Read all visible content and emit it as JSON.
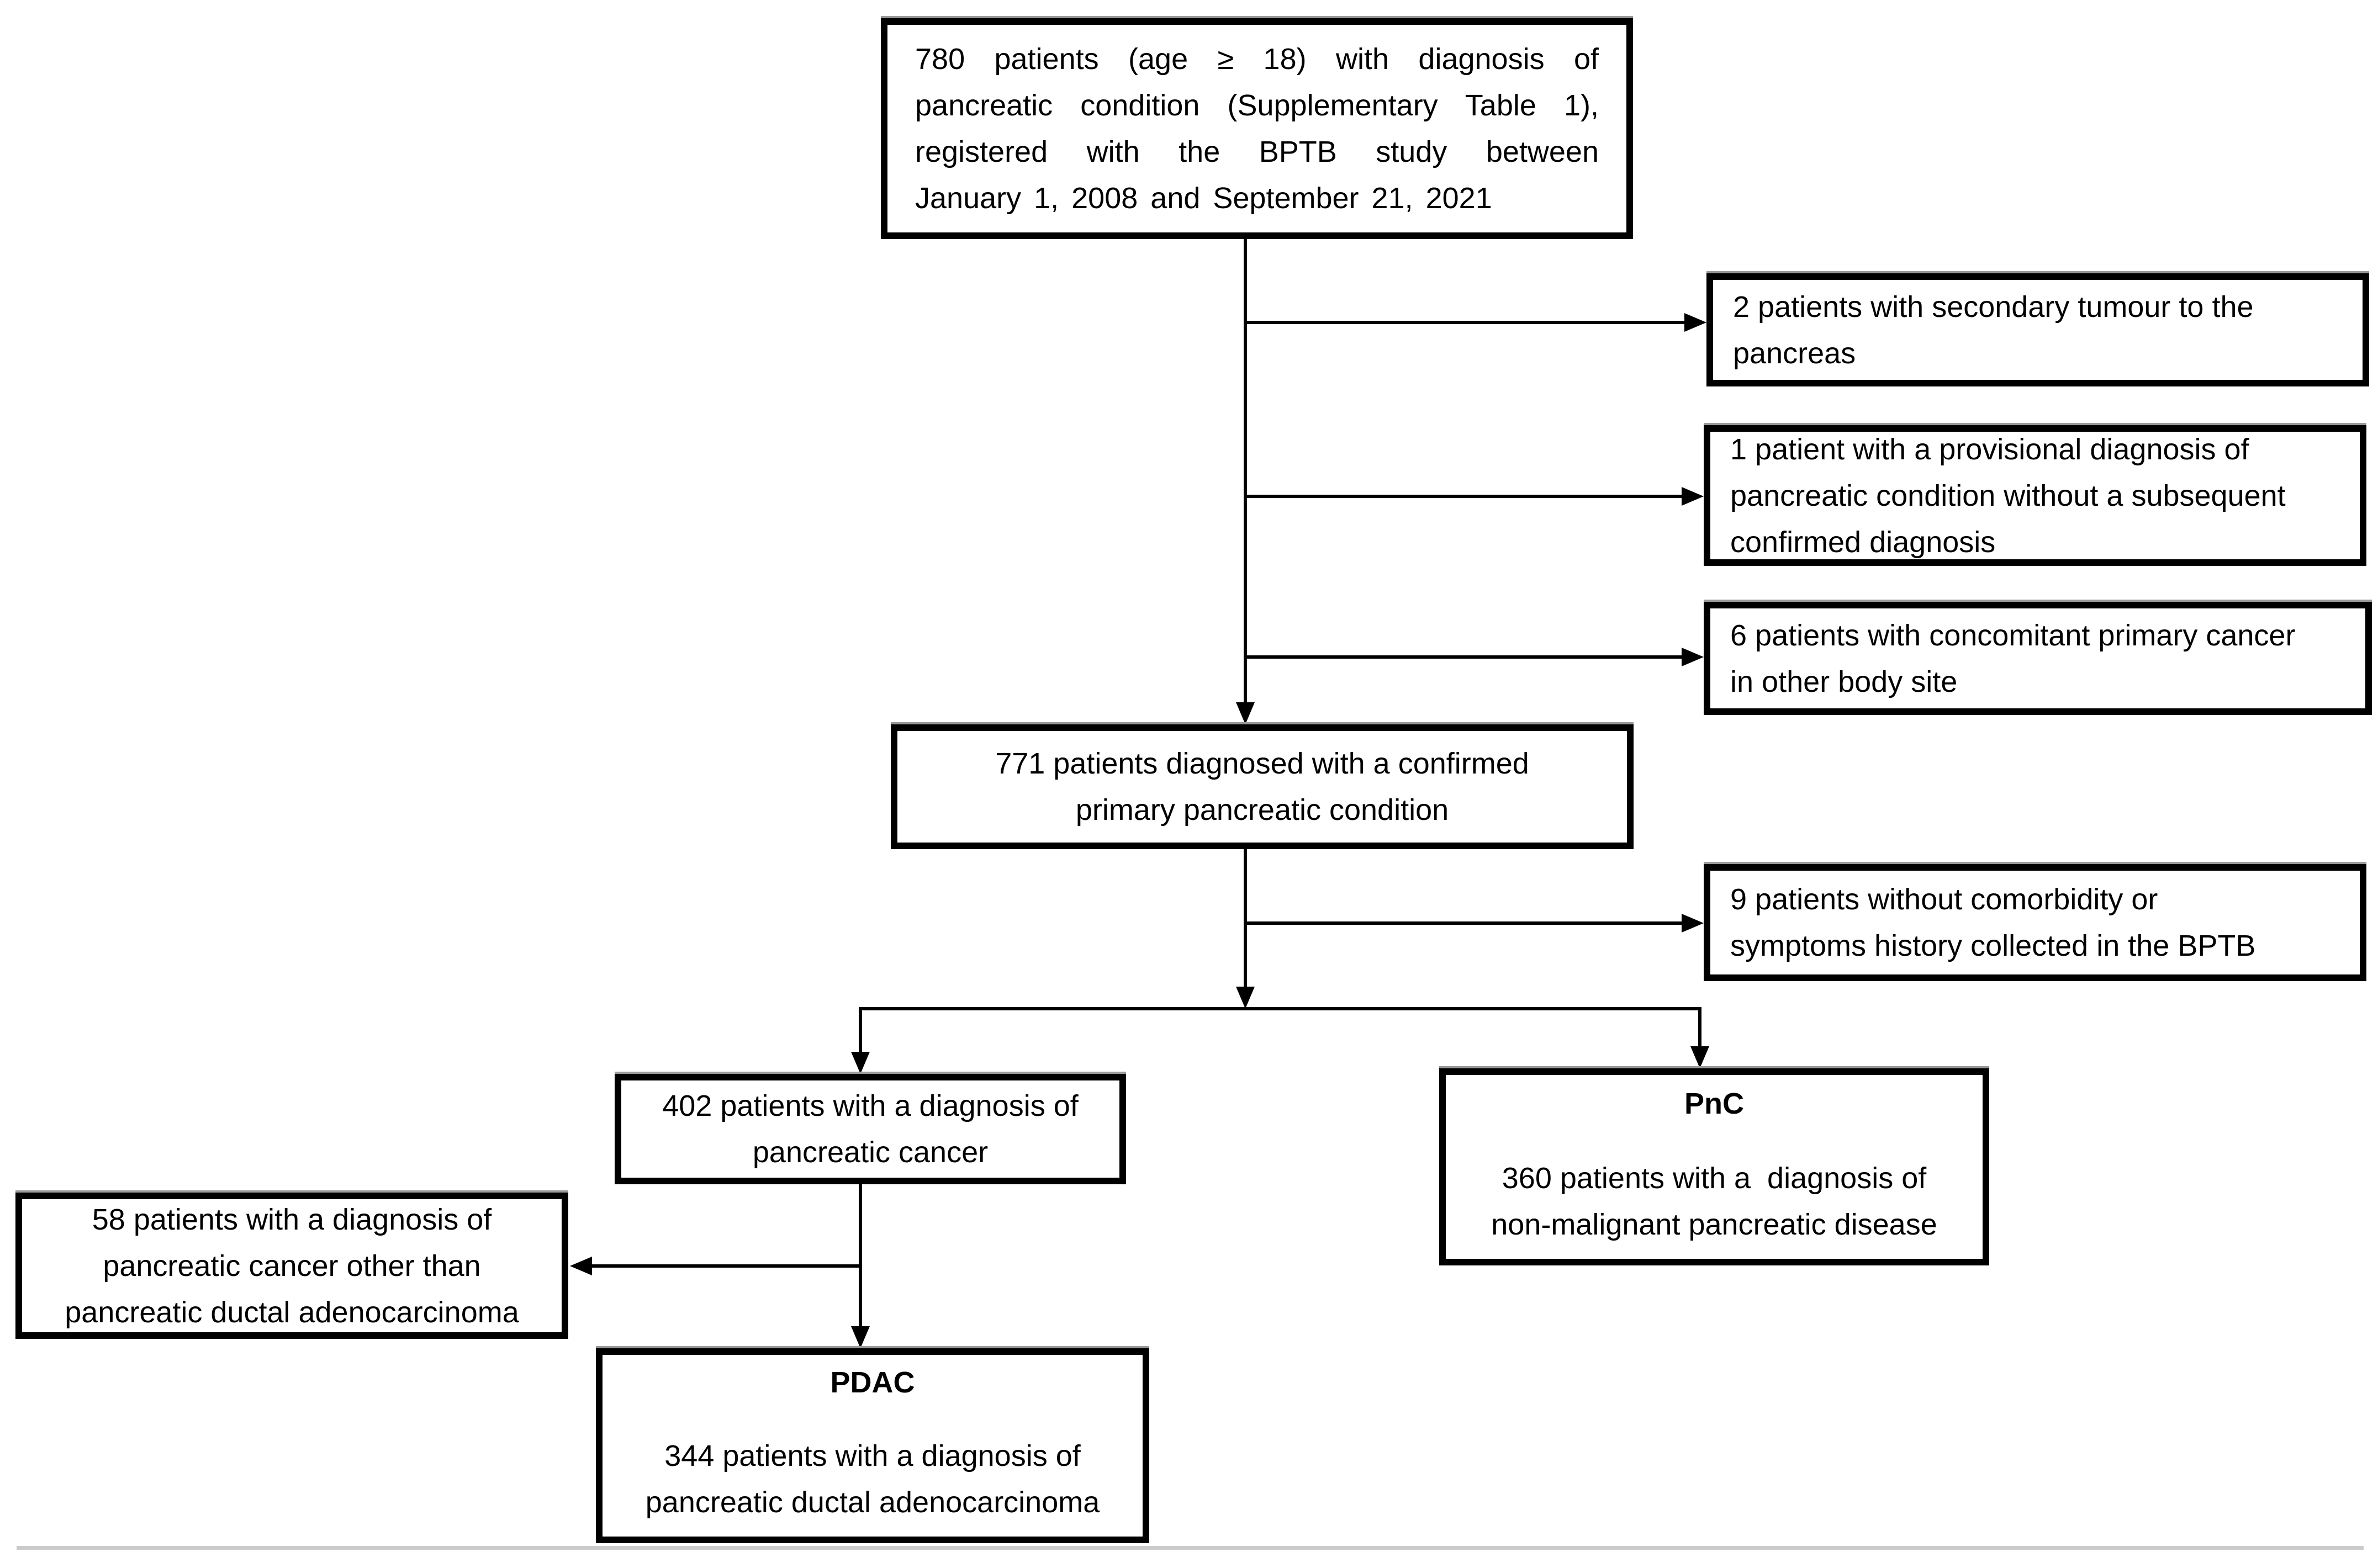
{
  "figure": {
    "type": "patient-flow-diagram",
    "colors": {
      "background": "#ffffff",
      "box_border": "#000000",
      "text": "#000000",
      "connector": "#000000",
      "bottom_rule": "#cbcbcb"
    }
  },
  "boxes": {
    "source": {
      "lines": [
        "780 patients (age ≥ 18) with diagnosis of",
        "pancreatic condition (Supplementary Table 1),",
        "registered with the BPTB study between",
        "January 1, 2008 and September 21, 2021"
      ]
    },
    "excluded_secondary_tumour": {
      "lines": [
        "2 patients with secondary tumour to the",
        "pancreas"
      ]
    },
    "excluded_provisional_diagnosis": {
      "lines": [
        "1 patient with a provisional diagnosis of",
        "pancreatic condition without a subsequent",
        "confirmed diagnosis"
      ]
    },
    "excluded_concomitant_cancer": {
      "lines": [
        "6 patients with concomitant primary cancer",
        "in other body site"
      ]
    },
    "confirmed_primary": {
      "lines": [
        "771 patients diagnosed with a confirmed",
        "primary pancreatic condition"
      ]
    },
    "excluded_no_history": {
      "lines": [
        "9 patients without comorbidity or",
        "symptoms history collected in the BPTB"
      ]
    },
    "pancreatic_cancer": {
      "lines": [
        "402 patients with a diagnosis of",
        "pancreatic cancer"
      ]
    },
    "pnc": {
      "title": "PnC",
      "lines": [
        "360 patients with a  diagnosis of",
        "non-malignant pancreatic disease"
      ]
    },
    "other_pancreatic_cancer": {
      "lines": [
        "58 patients with a diagnosis of",
        "pancreatic cancer other than",
        "pancreatic ductal adenocarcinoma"
      ]
    },
    "pdac": {
      "title": "PDAC",
      "lines": [
        "344 patients with a diagnosis of",
        "pancreatic ductal adenocarcinoma"
      ]
    }
  }
}
